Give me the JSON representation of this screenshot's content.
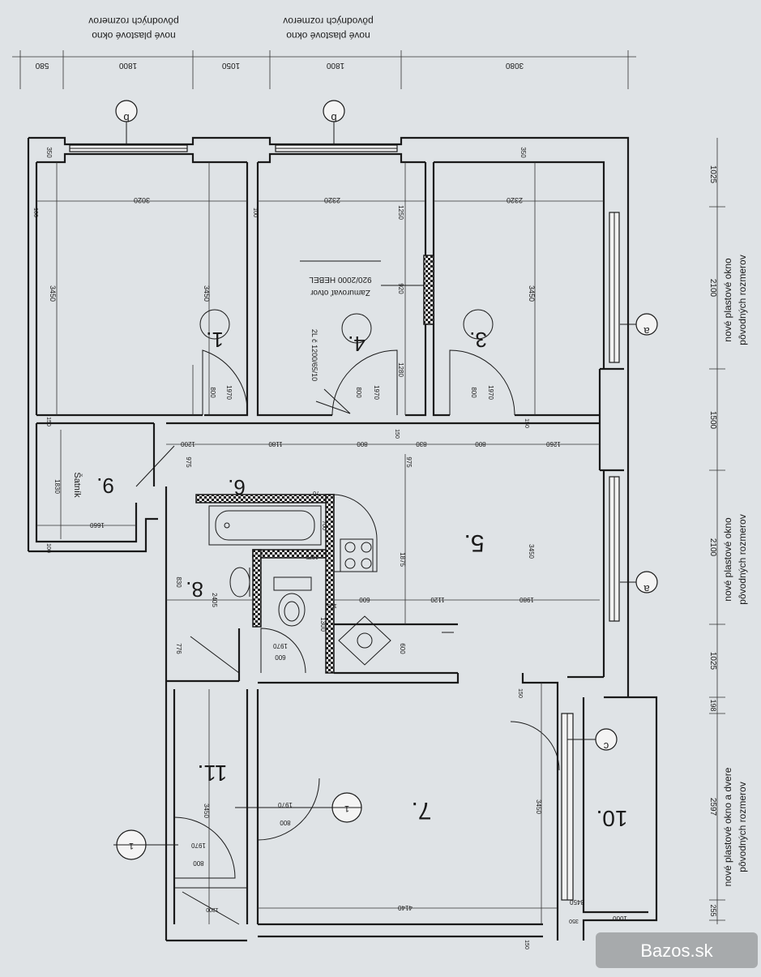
{
  "window_notes": {
    "top_left": [
      "nové plastové okno",
      "pôvodných rozmerov"
    ],
    "top_mid": [
      "nové plastové okno",
      "pôvodných rozmerov"
    ],
    "right_upper": [
      "nové plastové okno",
      "pôvodných rozmerov"
    ],
    "right_middle": [
      "nové plastové okno",
      "pôvodných rozmerov"
    ],
    "right_lower": [
      "nové plastové okno a dvere",
      "pôvodných rozmerov"
    ]
  },
  "top_dims": [
    "580",
    "1800",
    "1050",
    "1800",
    "3080"
  ],
  "right_dims": [
    "1025",
    "2100",
    "1500",
    "2100",
    "1025",
    "198",
    "2597",
    "255"
  ],
  "room_labels": [
    "1.",
    "4.",
    "3.",
    "9.",
    "6.",
    "5.",
    "8.",
    "11.",
    "7.",
    "10."
  ],
  "text_labels": {
    "satnik": "Šatník",
    "zamurovat": "Zamurovať otvor",
    "hebel": "920/2000 HEBEL",
    "lintel": "2L č 1200/65/10"
  },
  "window_markers": [
    "b",
    "b",
    "a",
    "a",
    "c"
  ],
  "section_markers": [
    "1",
    "1"
  ],
  "interior_dims": {
    "row1": [
      "3020",
      "2320",
      "2320",
      "3450",
      "3450",
      "3450",
      "350",
      "350",
      "1250",
      "920",
      "1280",
      "100",
      "100"
    ],
    "doors": [
      "800",
      "1970",
      "800",
      "1970",
      "800",
      "1970",
      "800",
      "1970",
      "800",
      "1970",
      "600",
      "1970"
    ],
    "hall": [
      "1200",
      "1180",
      "800",
      "830",
      "800",
      "1260",
      "975",
      "975",
      "150",
      "150"
    ],
    "kitchen": [
      "1875",
      "3450",
      "600",
      "1120",
      "1980",
      "600",
      "830",
      "2405",
      "1300",
      "776",
      "100",
      "70",
      "700"
    ],
    "lower": [
      "1830",
      "1660",
      "150",
      "100",
      "4140",
      "3450",
      "3450",
      "350",
      "1000",
      "1200",
      "150",
      "150"
    ]
  },
  "watermark": "Bazos.sk"
}
